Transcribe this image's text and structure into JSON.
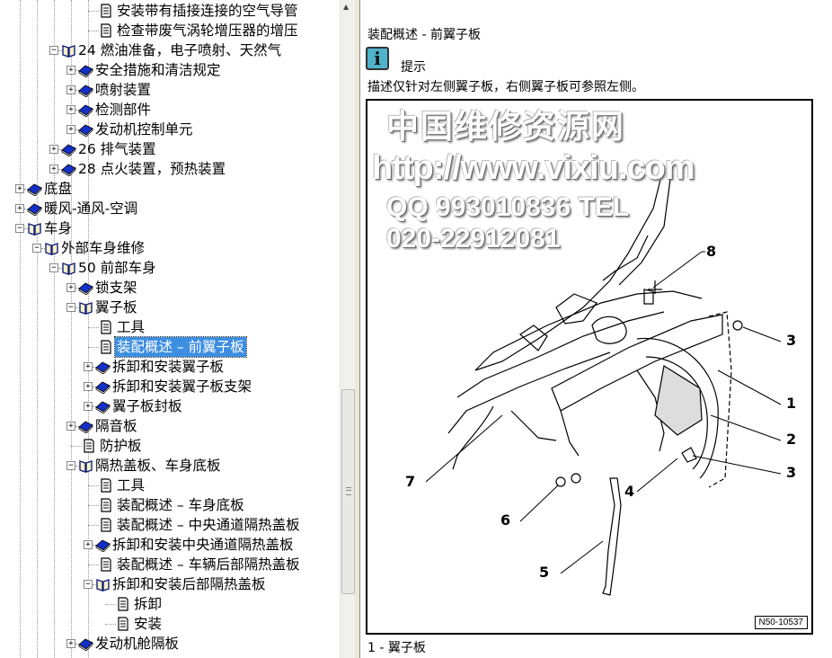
{
  "tree": {
    "items": [
      {
        "label": "安装带有插接连接的空气导管",
        "level": 4,
        "type": "doc"
      },
      {
        "label": "检查带废气涡轮增压器的增压",
        "level": 4,
        "type": "doc"
      },
      {
        "label": "24  燃油准备，电子喷射、天然气",
        "level": 2,
        "type": "open"
      },
      {
        "label": "安全措施和清洁规定",
        "level": 3,
        "type": "closed"
      },
      {
        "label": "喷射装置",
        "level": 3,
        "type": "closed"
      },
      {
        "label": "检测部件",
        "level": 3,
        "type": "closed"
      },
      {
        "label": "发动机控制单元",
        "level": 3,
        "type": "closed"
      },
      {
        "label": "26  排气装置",
        "level": 2,
        "type": "closed"
      },
      {
        "label": "28  点火装置，预热装置",
        "level": 2,
        "type": "closed"
      },
      {
        "label": "底盘",
        "level": 0,
        "type": "closed"
      },
      {
        "label": "暖风-通风-空调",
        "level": 0,
        "type": "closed"
      },
      {
        "label": "车身",
        "level": 0,
        "type": "open"
      },
      {
        "label": "外部车身维修",
        "level": 1,
        "type": "open"
      },
      {
        "label": "50  前部车身",
        "level": 2,
        "type": "open"
      },
      {
        "label": "锁支架",
        "level": 3,
        "type": "closed"
      },
      {
        "label": "翼子板",
        "level": 3,
        "type": "open"
      },
      {
        "label": "工具",
        "level": 4,
        "type": "doc"
      },
      {
        "label": "装配概述 – 前翼子板",
        "level": 4,
        "type": "doc",
        "selected": true
      },
      {
        "label": "拆卸和安装翼子板",
        "level": 4,
        "type": "closed"
      },
      {
        "label": "拆卸和安装翼子板支架",
        "level": 4,
        "type": "closed"
      },
      {
        "label": "翼子板封板",
        "level": 4,
        "type": "closed"
      },
      {
        "label": "隔音板",
        "level": 3,
        "type": "closed"
      },
      {
        "label": "防护板",
        "level": 3,
        "type": "doc"
      },
      {
        "label": "隔热盖板、车身底板",
        "level": 3,
        "type": "open"
      },
      {
        "label": "工具",
        "level": 4,
        "type": "doc"
      },
      {
        "label": "装配概述 – 车身底板",
        "level": 4,
        "type": "doc"
      },
      {
        "label": "装配概述 – 中央通道隔热盖板",
        "level": 4,
        "type": "doc"
      },
      {
        "label": "拆卸和安装中央通道隔热盖板",
        "level": 4,
        "type": "closed"
      },
      {
        "label": "装配概述 – 车辆后部隔热盖板",
        "level": 4,
        "type": "doc"
      },
      {
        "label": "拆卸和安装后部隔热盖板",
        "level": 4,
        "type": "open"
      },
      {
        "label": "拆卸",
        "level": 5,
        "type": "doc"
      },
      {
        "label": "安装",
        "level": 5,
        "type": "doc"
      },
      {
        "label": "发动机舱隔板",
        "level": 3,
        "type": "closed"
      }
    ]
  },
  "content": {
    "title": "装配概述 - 前翼子板",
    "info_icon_glyph": "i",
    "hint_label": "提示",
    "description": "描述仅针对左侧翼子板，右侧翼子板可参照左侧。",
    "figure_id": "N50-10537",
    "callouts": [
      "8",
      "3",
      "1",
      "2",
      "3",
      "4",
      "6",
      "5",
      "7"
    ],
    "caption": "1 - 翼子板"
  },
  "watermark": {
    "line1": "中国维修资源网",
    "line2": "http://www.vixiu.com",
    "line3": "QQ 993010836  TEL 020-22912081"
  },
  "colors": {
    "selection": "#3d8ee0",
    "book": "#1530c8",
    "info": "#4fb3cc"
  }
}
